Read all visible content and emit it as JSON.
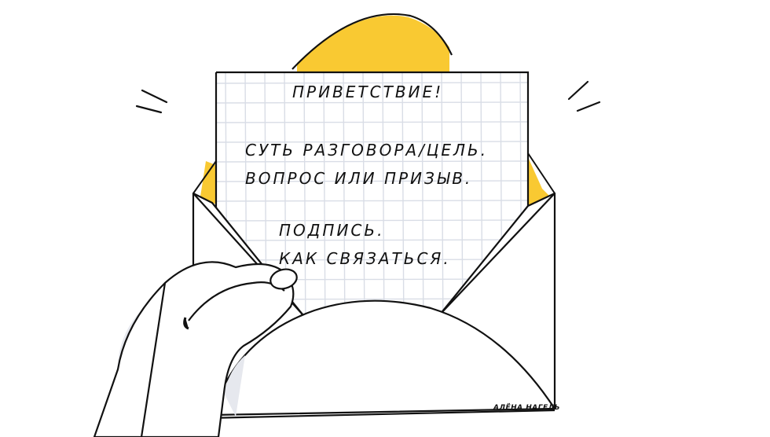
{
  "letter": {
    "greeting": "ПРИВЕТСТВИЕ!",
    "line1": "СУТЬ РАЗГОВОРА/ЦЕЛЬ.",
    "line2": "ВОПРОС ИЛИ ПРИЗЫВ.",
    "line3": "ПОДПИСЬ.",
    "line4": "КАК СВЯЗАТЬСЯ."
  },
  "signature": "АЛЁНА НАГЕЛЬ",
  "colors": {
    "accent": "#F9C932",
    "ink": "#111111",
    "grid": "#D9DDE6",
    "shadow": "#E6E8EE"
  }
}
